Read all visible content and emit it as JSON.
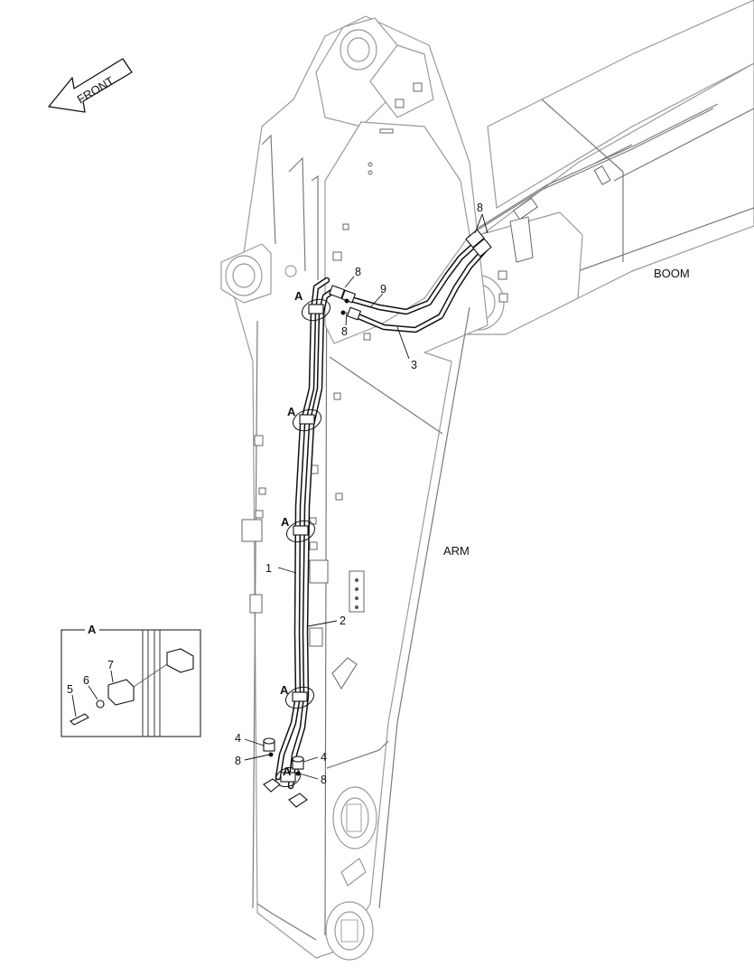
{
  "front_arrow": {
    "label": "FRONT"
  },
  "parts": {
    "boom": "BOOM",
    "arm": "ARM"
  },
  "detail_box": {
    "title": "A"
  },
  "callouts": {
    "c1": "1",
    "c2": "2",
    "c3": "3",
    "c4a": "4",
    "c4b": "4",
    "c5": "5",
    "c6": "6",
    "c7": "7",
    "c8a": "8",
    "c8b": "8",
    "c8c": "8",
    "c8d": "8",
    "c8e": "8",
    "c9": "9"
  },
  "clamp_marks": {
    "a1": "A",
    "a2": "A",
    "a3": "A",
    "a4": "A",
    "a5": "A"
  }
}
